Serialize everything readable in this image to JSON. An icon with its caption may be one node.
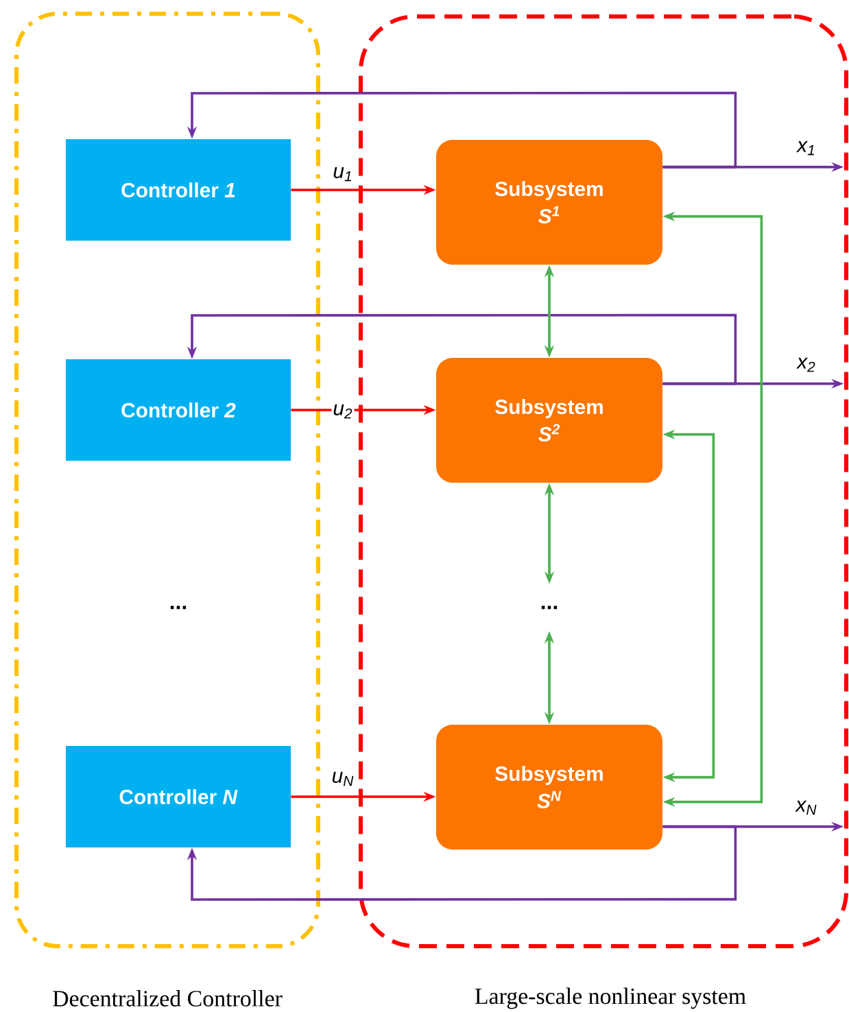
{
  "diagram": {
    "nodes": [
      {
        "text": [
          "Decentralized Controller"
        ]
      },
      {
        "text": [
          "Controller *1*"
        ],
        "in": 0
      },
      {
        "text": [
          "Controller *2*"
        ],
        "in": 0
      },
      {
        "text": [
          "Controller *N*"
        ],
        "in": 0
      },
      {
        "text": [
          "Large-scale nonlinear system"
        ]
      },
      {
        "text": [
          "Subsystem",
          "S$^{1}$"
        ],
        "in": 4
      },
      {
        "text": [
          "Subsystem",
          "S$^{2}$"
        ],
        "in": 4
      },
      {
        "text": [
          "..."
        ],
        "in": 4
      },
      {
        "text": [
          "Subsystem",
          "S$^{N}$"
        ],
        "in": 4
      }
    ],
    "edges": [
      {
        "from": 1,
        "to": 5,
        "arrow": "to",
        "label": "u$_{1}$",
        "color": "#ff0000"
      },
      {
        "from": 2,
        "to": 6,
        "arrow": "to",
        "label": "u$_{2}$",
        "color": "#ff0000"
      },
      {
        "from": 3,
        "to": 8,
        "arrow": "to",
        "label": "u$_{N}$",
        "color": "#ff0000"
      },
      {
        "from": 5,
        "to": null,
        "arrow": "to",
        "label": "x$_{1}$",
        "color": "#7030a0"
      },
      {
        "from": 6,
        "to": null,
        "arrow": "to",
        "label": "x$_{2}$",
        "color": "#7030a0"
      },
      {
        "from": 8,
        "to": null,
        "arrow": "to",
        "label": "x$_{N}$",
        "color": "#7030a0"
      },
      {
        "from": 5,
        "to": 1,
        "arrow": "to",
        "color": "#7030a0"
      },
      {
        "from": 6,
        "to": 2,
        "arrow": "to",
        "color": "#7030a0"
      },
      {
        "from": 8,
        "to": 3,
        "arrow": "to",
        "color": "#7030a0"
      },
      {
        "from": 5,
        "to": 6,
        "arrow": "both",
        "color": "#4caf50"
      },
      {
        "from": 6,
        "to": 7,
        "arrow": "both",
        "color": "#4caf50"
      },
      {
        "from": 7,
        "to": 8,
        "arrow": "both",
        "color": "#4caf50"
      },
      {
        "from": 5,
        "to": 8,
        "arrow": "both",
        "color": "#4caf50"
      },
      {
        "from": 6,
        "to": 8,
        "arrow": "both",
        "color": "#4caf50"
      }
    ],
    "labels": [
      "..."
    ]
  }
}
